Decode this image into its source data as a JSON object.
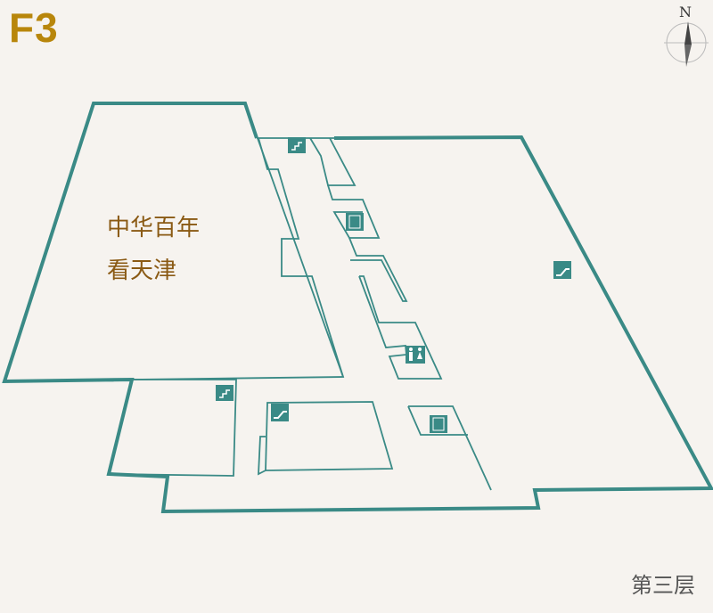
{
  "floor_badge": "F3",
  "floor_name": "第三层",
  "compass": {
    "north_label": "N"
  },
  "zones": [
    {
      "name_line1": "中华百年",
      "name_line2": "看天津"
    }
  ],
  "colors": {
    "wall": "#3a8a86",
    "badge": "#b8860b",
    "label": "#8a5a14",
    "background": "#f6f3ef"
  },
  "facilities": [
    "stairs-icon",
    "elevator-icon",
    "restroom-icon",
    "escalator-icon"
  ]
}
